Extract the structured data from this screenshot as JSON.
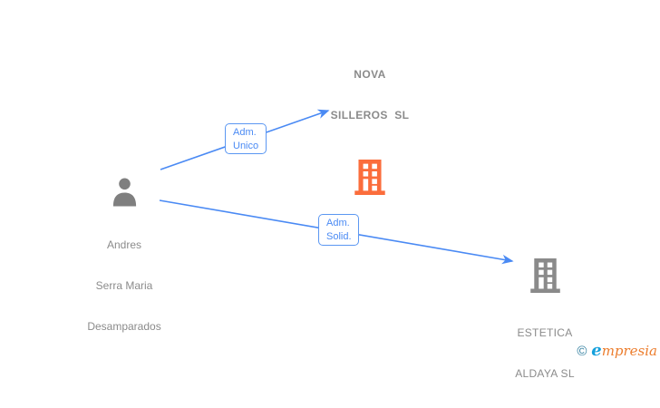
{
  "diagram": {
    "person": {
      "name": [
        "Andres",
        "Serra Maria",
        "Desamparados"
      ],
      "icon": "person-silhouette-icon",
      "color": "#7f7f7f"
    },
    "companies": [
      {
        "name": [
          "NOVA",
          "SILLEROS  SL"
        ],
        "icon": "building-icon",
        "highlighted": true,
        "color": "#fb6d3c"
      },
      {
        "name": [
          "ESTETICA",
          "ALDAYA SL"
        ],
        "icon": "building-icon",
        "highlighted": false,
        "color": "#8a8a8a"
      }
    ],
    "edges": [
      {
        "label": [
          "Adm.",
          "Unico"
        ],
        "from": "person",
        "to": "NOVA SILLEROS SL"
      },
      {
        "label": [
          "Adm.",
          "Solid."
        ],
        "from": "person",
        "to": "ESTETICA ALDAYA SL"
      }
    ],
    "colors": {
      "edge_blue": "#4a8af4",
      "highlight_orange": "#fb6d3c",
      "node_gray": "#8a8a8a",
      "text_gray": "#8b8b8b"
    }
  },
  "watermark": {
    "copyright_symbol": "©",
    "brand_first_letter": "e",
    "brand_rest": "mpresia"
  }
}
